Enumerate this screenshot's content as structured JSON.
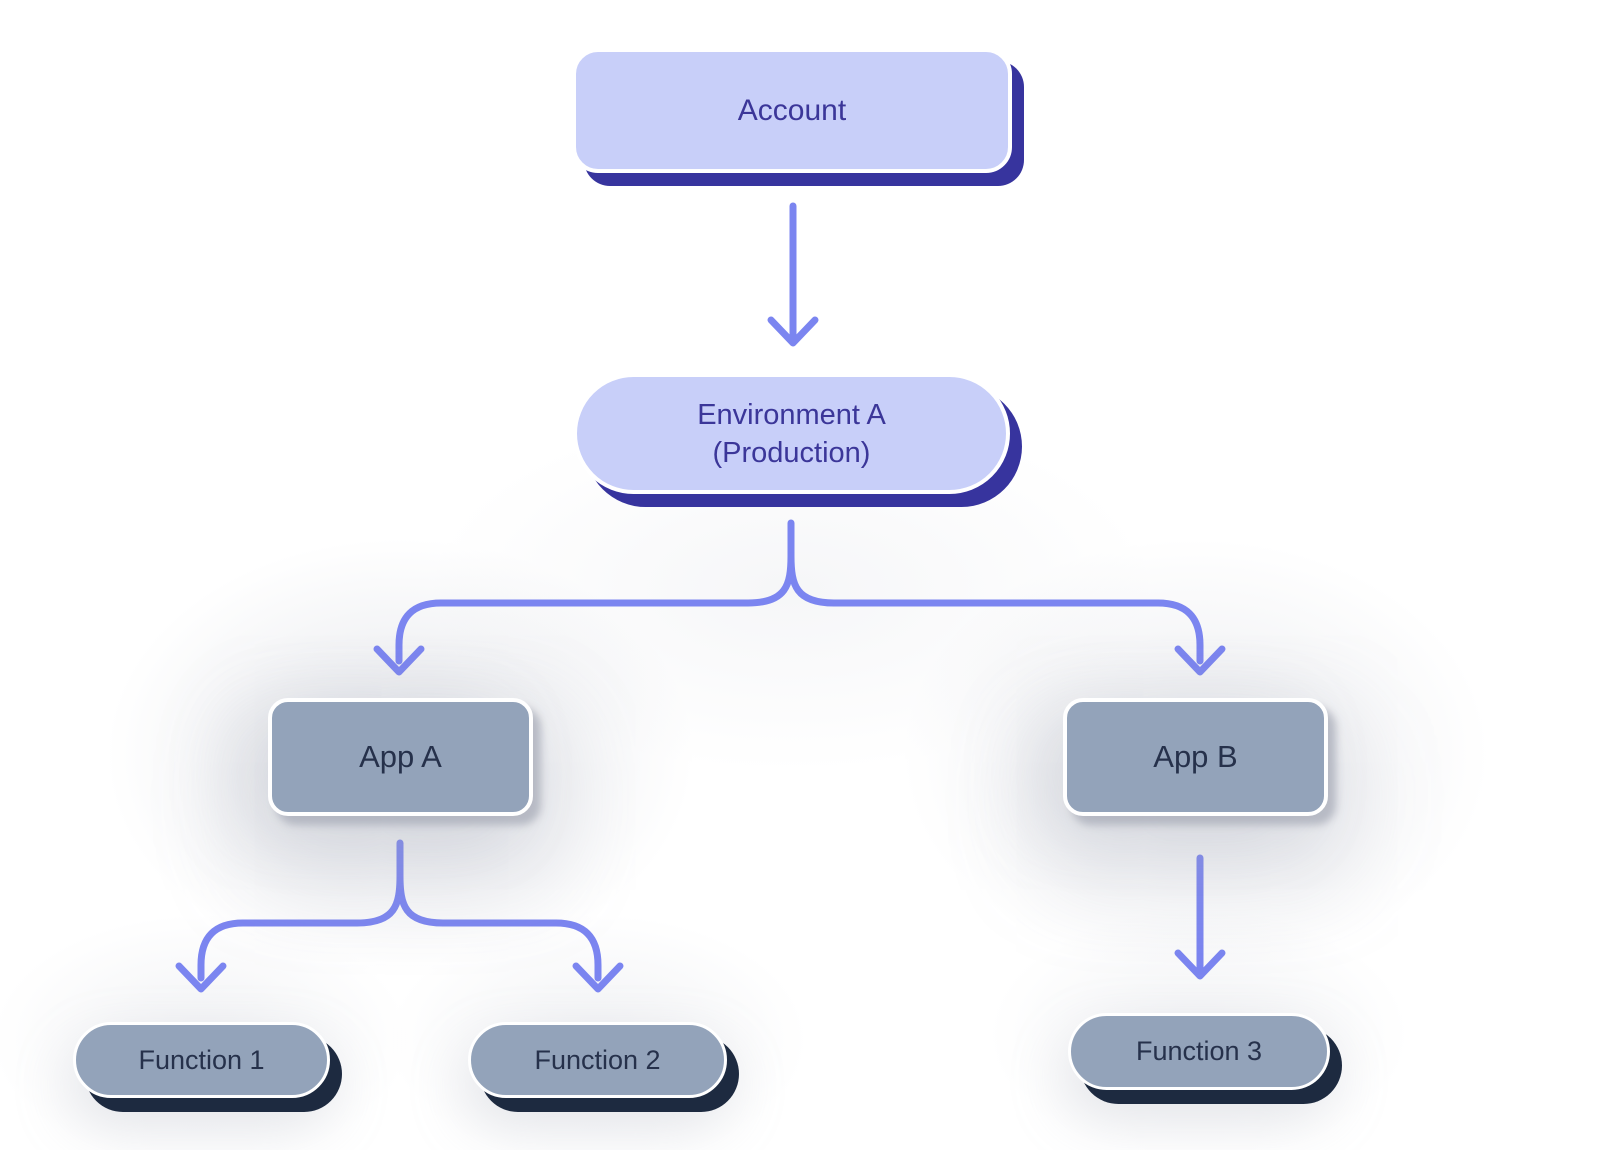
{
  "nodes": {
    "account": {
      "label": "Account"
    },
    "environment": {
      "label_line1": "Environment A",
      "label_line2": "(Production)"
    },
    "app_a": {
      "label": "App A"
    },
    "app_b": {
      "label": "App B"
    },
    "function_1": {
      "label": "Function 1"
    },
    "function_2": {
      "label": "Function 2"
    },
    "function_3": {
      "label": "Function 3"
    }
  },
  "edges": [
    {
      "from": "account",
      "to": "environment"
    },
    {
      "from": "environment",
      "to": "app_a"
    },
    {
      "from": "environment",
      "to": "app_b"
    },
    {
      "from": "app_a",
      "to": "function_1"
    },
    {
      "from": "app_a",
      "to": "function_2"
    },
    {
      "from": "app_b",
      "to": "function_3"
    }
  ],
  "colors": {
    "node_indigo_fill": "#c8cff9",
    "node_indigo_shadow": "#37349e",
    "node_indigo_text": "#3b3699",
    "node_gray_fill": "#93a3ba",
    "node_gray_text": "#26314b",
    "node_gray_dark_shadow": "#1d2a40",
    "connector": "#7b85f0",
    "background": "#ffffff"
  }
}
